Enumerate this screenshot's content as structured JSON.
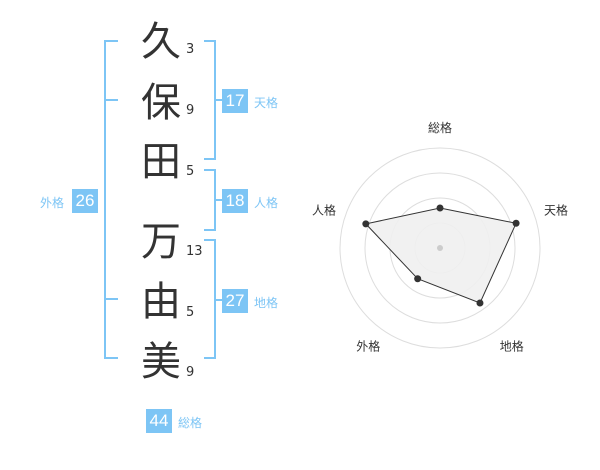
{
  "name": {
    "chars": [
      {
        "char": "久",
        "strokes": "3"
      },
      {
        "char": "保",
        "strokes": "9"
      },
      {
        "char": "田",
        "strokes": "5"
      },
      {
        "char": "万",
        "strokes": "13"
      },
      {
        "char": "由",
        "strokes": "5"
      },
      {
        "char": "美",
        "strokes": "9"
      }
    ]
  },
  "kaku": {
    "tenkaku": {
      "value": "17",
      "label": "天格"
    },
    "jinkaku": {
      "value": "18",
      "label": "人格"
    },
    "chikaku": {
      "value": "27",
      "label": "地格"
    },
    "gaikaku": {
      "value": "26",
      "label": "外格"
    },
    "soukaku": {
      "value": "44",
      "label": "総格"
    }
  },
  "colors": {
    "accent": "#7dc5f5",
    "text": "#333333",
    "radar_fill": "#f0f0f0",
    "radar_line": "#333333",
    "ring": "#dddddd"
  },
  "chart_data": {
    "type": "radar",
    "axes": [
      "総格",
      "天格",
      "地格",
      "外格",
      "人格"
    ],
    "values": [
      0.4,
      0.8,
      0.68,
      0.38,
      0.78
    ],
    "range": [
      0,
      1
    ],
    "rings": 4,
    "grid": true,
    "legend": "none"
  }
}
